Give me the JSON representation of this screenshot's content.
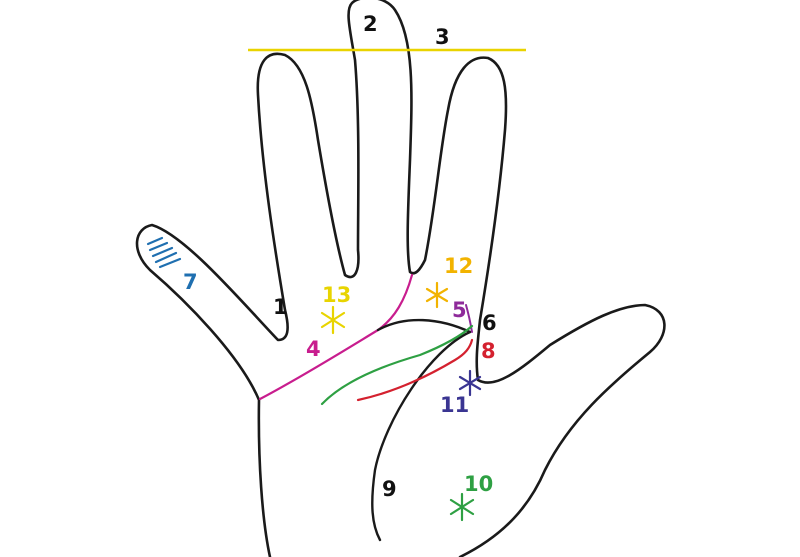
{
  "labels": {
    "n1": "1",
    "n2": "2",
    "n3": "3",
    "n4": "4",
    "n5": "5",
    "n6": "6",
    "n7": "7",
    "n8": "8",
    "n9": "9",
    "n10": "10",
    "n11": "11",
    "n12": "12",
    "n13": "13"
  },
  "colors": {
    "outline": "#1a1a1a",
    "mercury_line": "#e9d300",
    "heart_line": "#c81d8e",
    "head_line": "#2ea043",
    "life_line": "#d4212f",
    "fate_line": "#8e2a9a",
    "star_13": "#e8d400",
    "star_12": "#f2b300",
    "star_11": "#3a3592",
    "star_10": "#2ea043",
    "hatch_7": "#1f6fb0"
  }
}
